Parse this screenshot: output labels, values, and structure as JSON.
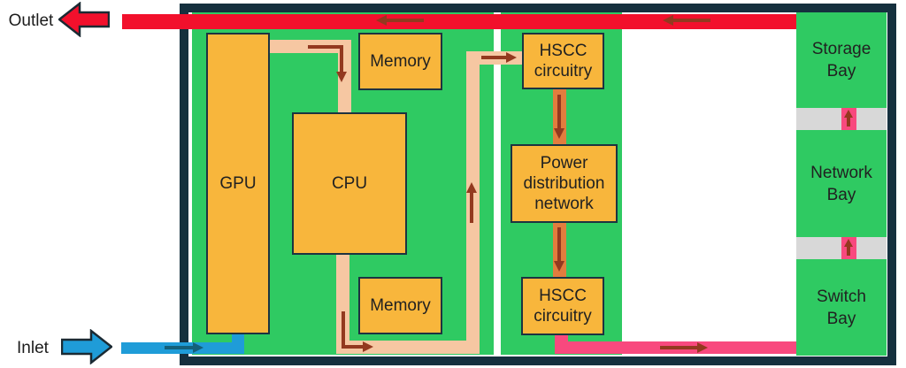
{
  "colors": {
    "panel_green": "#2fca62",
    "box_orange": "#f8b63c",
    "box_outline": "#1d3340",
    "border_navy": "#15303e",
    "hot_red": "#f2102c",
    "pipe_tan": "#f6c7a2",
    "pipe_orange": "#e27d3e",
    "pipe_pink": "#f8497e",
    "pipe_blue": "#1f9cd8",
    "arrow_dark": "#93391f",
    "arrow_teal": "#14607a",
    "divider_gray": "#d8d8d8",
    "insert_pink": "#f8497e",
    "text_dark": "#212121"
  },
  "labels": {
    "outlet": "Outlet",
    "inlet": "Inlet"
  },
  "components": {
    "gpu": "GPU",
    "cpu": "CPU",
    "memory_top": "Memory",
    "memory_bottom": "Memory",
    "hscc_top": "HSCC circuitry",
    "power": "Power distribution network",
    "hscc_bottom": "HSCC circuitry"
  },
  "bays": {
    "storage": "Storage Bay",
    "network": "Network Bay",
    "switch": "Switch Bay"
  }
}
